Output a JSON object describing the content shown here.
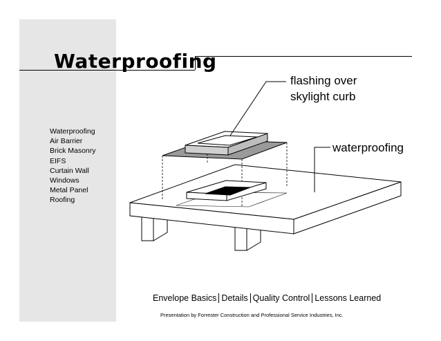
{
  "slide": {
    "title": "Waterproofing",
    "topics": [
      "Waterproofing",
      "Air Barrier",
      "Brick Masonry",
      "EIFS",
      "Curtain Wall",
      "Windows",
      "Metal Panel",
      "Roofing"
    ],
    "callouts": {
      "flashing_line1": "flashing over",
      "flashing_line2": "skylight curb",
      "waterproofing": "waterproofing"
    },
    "nav": [
      "Envelope Basics",
      "Details",
      "Quality Control",
      "Lessons Learned"
    ],
    "footer": "Presentation by Forrester Construction and Professional Service Industries, Inc."
  }
}
